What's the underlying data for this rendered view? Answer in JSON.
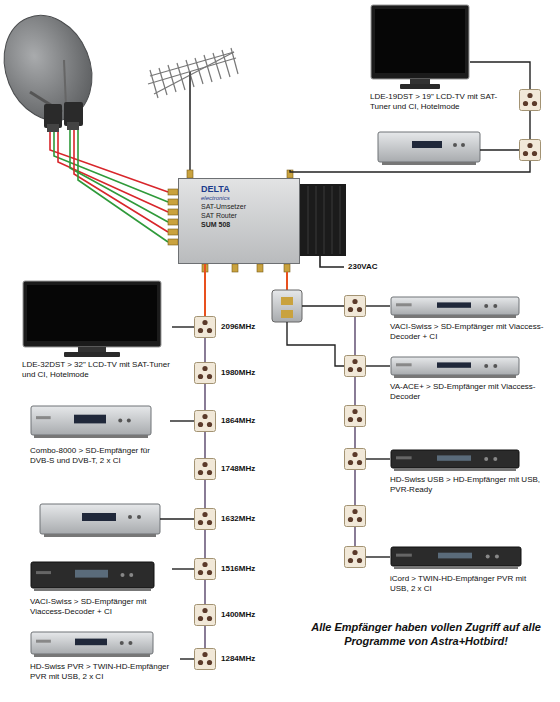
{
  "diagram": {
    "nodes": [
      {
        "text": [
          "DELTA",
          "electronics",
          "SAT-Umsetzer",
          "SAT Router",
          "SUM 508"
        ]
      },
      {
        "text": [
          "LDE-19DST > 19\" LCD-TV mit SAT-Tuner und CI, Hotelmode"
        ]
      },
      {
        "text": [
          "2096MHz"
        ]
      },
      {
        "text": [
          "1980MHz"
        ]
      },
      {
        "text": [
          "1864MHz"
        ]
      },
      {
        "text": [
          "1748MHz"
        ]
      },
      {
        "text": [
          "1632MHz"
        ]
      },
      {
        "text": [
          "1516MHz"
        ]
      },
      {
        "text": [
          "1400MHz"
        ]
      },
      {
        "text": [
          "1284MHz"
        ]
      },
      {
        "text": [
          "LDE-32DST > 32\" LCD-TV mit SAT-Tuner und CI, Hotelmode"
        ]
      },
      {
        "text": [
          "Combo-8000 > SD-Empfänger für DVB-S und DVB-T, 2 x CI"
        ]
      },
      {
        "text": [
          "VACI-Swiss > SD-Empfänger mit Viaccess-Decoder + CI"
        ]
      },
      {
        "text": [
          "HD-Swiss PVR > TWIN-HD-Empfänger PVR mit USB, 2 x CI"
        ]
      },
      {
        "text": [
          "VACI-Swiss > SD-Empfänger mit Viaccess-Decoder + CI"
        ]
      },
      {
        "text": [
          "VA-ACE+ > SD-Empfänger mit Viaccess-Decoder"
        ]
      },
      {
        "text": [
          "HD-Swiss USB > HD-Empfänger mit USB, PVR-Ready"
        ]
      },
      {
        "text": [
          "iCord > TWIN-HD-Empfänger PVR mit USB, 2 x CI"
        ]
      }
    ],
    "edges": [
      {
        "from": 0,
        "to": 2,
        "arrow": "none"
      },
      {
        "from": 2,
        "to": 3,
        "arrow": "none"
      },
      {
        "from": 3,
        "to": 4,
        "arrow": "none"
      },
      {
        "from": 4,
        "to": 5,
        "arrow": "none"
      },
      {
        "from": 5,
        "to": 6,
        "arrow": "none"
      },
      {
        "from": 6,
        "to": 7,
        "arrow": "none"
      },
      {
        "from": 7,
        "to": 8,
        "arrow": "none"
      },
      {
        "from": 8,
        "to": 9,
        "arrow": "none"
      },
      {
        "from": 10,
        "to": 2,
        "arrow": "none"
      },
      {
        "from": 11,
        "to": 4,
        "arrow": "none"
      },
      {
        "from": 12,
        "to": 7,
        "arrow": "none"
      },
      {
        "from": 13,
        "to": 9,
        "arrow": "none"
      }
    ],
    "labels": [
      "230VAC",
      "Alle Empfänger haben vollen Zugriff auf alle Programme von Astra+Hotbird!"
    ]
  }
}
